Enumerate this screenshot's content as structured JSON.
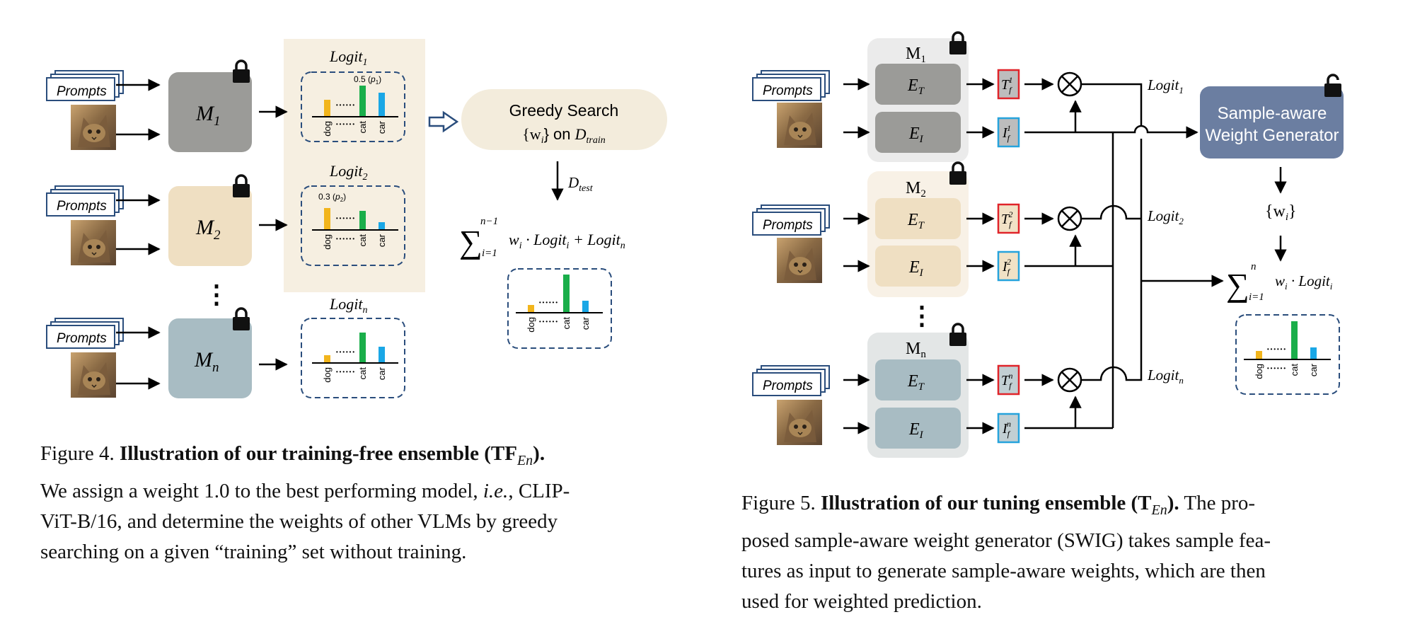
{
  "colors": {
    "gray": "#9b9b98",
    "beige": "#efdfc2",
    "bluegray": "#a8bcc3",
    "panel_beige": "#f6efe1",
    "panel_gray": "#e3e6e6",
    "swig": "#6b7ea1",
    "bar_yellow": "#f2b51c",
    "bar_green": "#1aae4a",
    "bar_blue": "#1aa7e6",
    "tf_red": "#e0242a",
    "if_blue": "#26a3dc"
  },
  "fig4": {
    "prompts_label": "Prompts",
    "models": [
      {
        "name": "M",
        "sub": "1"
      },
      {
        "name": "M",
        "sub": "2"
      },
      {
        "name": "M",
        "sub": "n"
      }
    ],
    "logits": [
      {
        "name": "Logit",
        "sub": "1",
        "note": "0.5",
        "note_p": "p",
        "note_sub": "1"
      },
      {
        "name": "Logit",
        "sub": "2",
        "note": "0.3",
        "note_p": "p",
        "note_sub": "2"
      },
      {
        "name": "Logit",
        "sub": "n"
      }
    ],
    "bar_labels": [
      "dog",
      "cat",
      "car"
    ],
    "greedy_line1": "Greedy Search",
    "greedy_w": "{w",
    "greedy_w_sub": "i",
    "greedy_on": "} on ",
    "greedy_d": "D",
    "greedy_d_sub": "train",
    "dtest": "D",
    "dtest_sub": "test",
    "sum_upper": "n−1",
    "sum_lower": "i=1",
    "sum_term": "w",
    "sum_term_sub": "i",
    "sum_dot": " · Logit",
    "sum_dot_sub": "i",
    "sum_plus": " + Logit",
    "sum_plus_sub": "n",
    "dots": "⋮"
  },
  "fig5": {
    "prompts_label": "Prompts",
    "models": [
      {
        "name": "M",
        "sub": "1",
        "et": "E",
        "et_sub": "T",
        "ei": "E",
        "ei_sub": "I",
        "tf_sup": "1",
        "if_sup": "1"
      },
      {
        "name": "M",
        "sub": "2",
        "et": "E",
        "et_sub": "T",
        "ei": "E",
        "ei_sub": "I",
        "tf_sup": "2",
        "if_sup": "2"
      },
      {
        "name": "M",
        "sub": "n",
        "et": "E",
        "et_sub": "T",
        "ei": "E",
        "ei_sub": "I",
        "tf_sup": "n",
        "if_sup": "n"
      }
    ],
    "tf": "T",
    "if": "I",
    "f_sub": "f",
    "logits": [
      {
        "name": "Logit",
        "sub": "1"
      },
      {
        "name": "Logit",
        "sub": "2"
      },
      {
        "name": "Logit",
        "sub": "n"
      }
    ],
    "otimes": "⊗",
    "swig_line1": "Sample-aware",
    "swig_line2": "Weight Generator",
    "wi": "{w",
    "wi_sub": "i",
    "wi_close": "}",
    "sum_upper": "n",
    "sum_lower": "i=1",
    "sum_term": "w",
    "sum_term_sub": "i",
    "sum_dot": " · Logit",
    "sum_dot_sub": "i",
    "bar_labels": [
      "dog",
      "cat",
      "car"
    ],
    "dots": "⋮"
  },
  "captions": {
    "fig4": {
      "prefix": "Figure 4. ",
      "bold": "Illustration of our training-free ensemble (TF",
      "bold_sub": "En",
      "bold_end": ").",
      "line2": "We assign a weight 1.0 to the best performing model, ",
      "ie": "i.e.",
      "line2b": ", CLIP-",
      "line3": "ViT-B/16, and determine the weights of other VLMs by greedy",
      "line4": "searching on a given “training” set without training."
    },
    "fig5": {
      "prefix": "Figure 5. ",
      "bold": "Illustration of our tuning ensemble (T",
      "bold_sub": "En",
      "bold_end": ").",
      "line1_tail": " The pro-",
      "line2": "posed sample-aware weight generator (SWIG) takes sample fea-",
      "line3": "tures as input to generate sample-aware weights, which are then",
      "line4": "used for weighted prediction."
    }
  }
}
